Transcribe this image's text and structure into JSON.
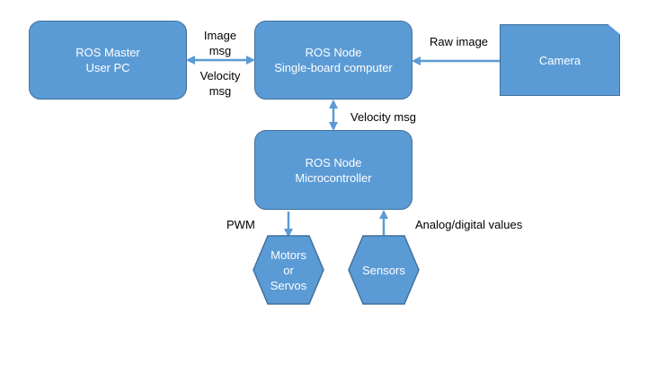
{
  "nodes": {
    "ros_master": {
      "line1": "ROS Master",
      "line2": "User PC"
    },
    "ros_node_sbc": {
      "line1": "ROS Node",
      "line2": "Single-board computer"
    },
    "camera": {
      "label": "Camera"
    },
    "ros_node_mcu": {
      "line1": "ROS Node",
      "line2": "Microcontroller"
    },
    "motors": {
      "line1": "Motors",
      "line2": "or",
      "line3": "Servos"
    },
    "sensors": {
      "label": "Sensors"
    }
  },
  "edges": {
    "image_msg": {
      "line1": "Image",
      "line2": "msg"
    },
    "velocity_msg_top": {
      "line1": "Velocity",
      "line2": "msg"
    },
    "raw_image": "Raw image",
    "velocity_msg_mid": "Velocity msg",
    "pwm": "PWM",
    "analog_digital": "Analog/digital values"
  },
  "colors": {
    "fill": "#5b9bd5",
    "border": "#41719c",
    "arrow": "#5b9bd5"
  }
}
